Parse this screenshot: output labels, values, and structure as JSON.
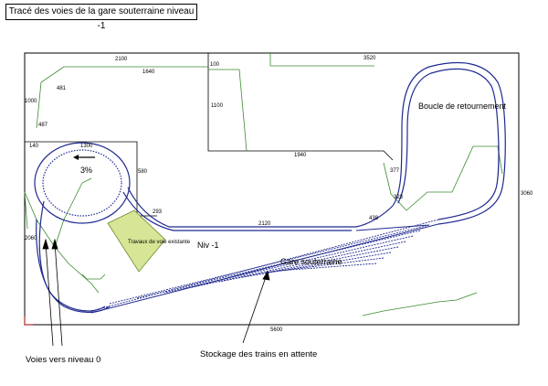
{
  "title": "Tracé des voies de la gare souterraine niveau -1",
  "dimensions": {
    "d2100": "2100",
    "d1640": "1640",
    "d100": "100",
    "d3520": "3520",
    "d1000": "1000",
    "d481": "481",
    "d487": "487",
    "d1100": "1100",
    "d140": "140",
    "d1300": "1300",
    "d580": "580",
    "d1940": "1940",
    "d377": "377",
    "d323": "323",
    "d3060": "3060",
    "d293": "293",
    "d438": "438",
    "d2120": "2120",
    "d2060": "2060",
    "d5600": "5600"
  },
  "labels": {
    "slope": "3%",
    "loop": "Boucle de retournement",
    "level": "Niv -1",
    "station": "Gare souterraine",
    "green_zone": "Travaux de voie existante"
  },
  "callouts": {
    "tracks_level0": "Voies vers niveau 0",
    "storage": "Stockage des trains en attente"
  },
  "colors": {
    "track": "#1f2a8f",
    "outline": "#000000",
    "green_line": "#3a8a2e",
    "zone_fill": "#d6e596",
    "origin_red": "#cc0000"
  }
}
